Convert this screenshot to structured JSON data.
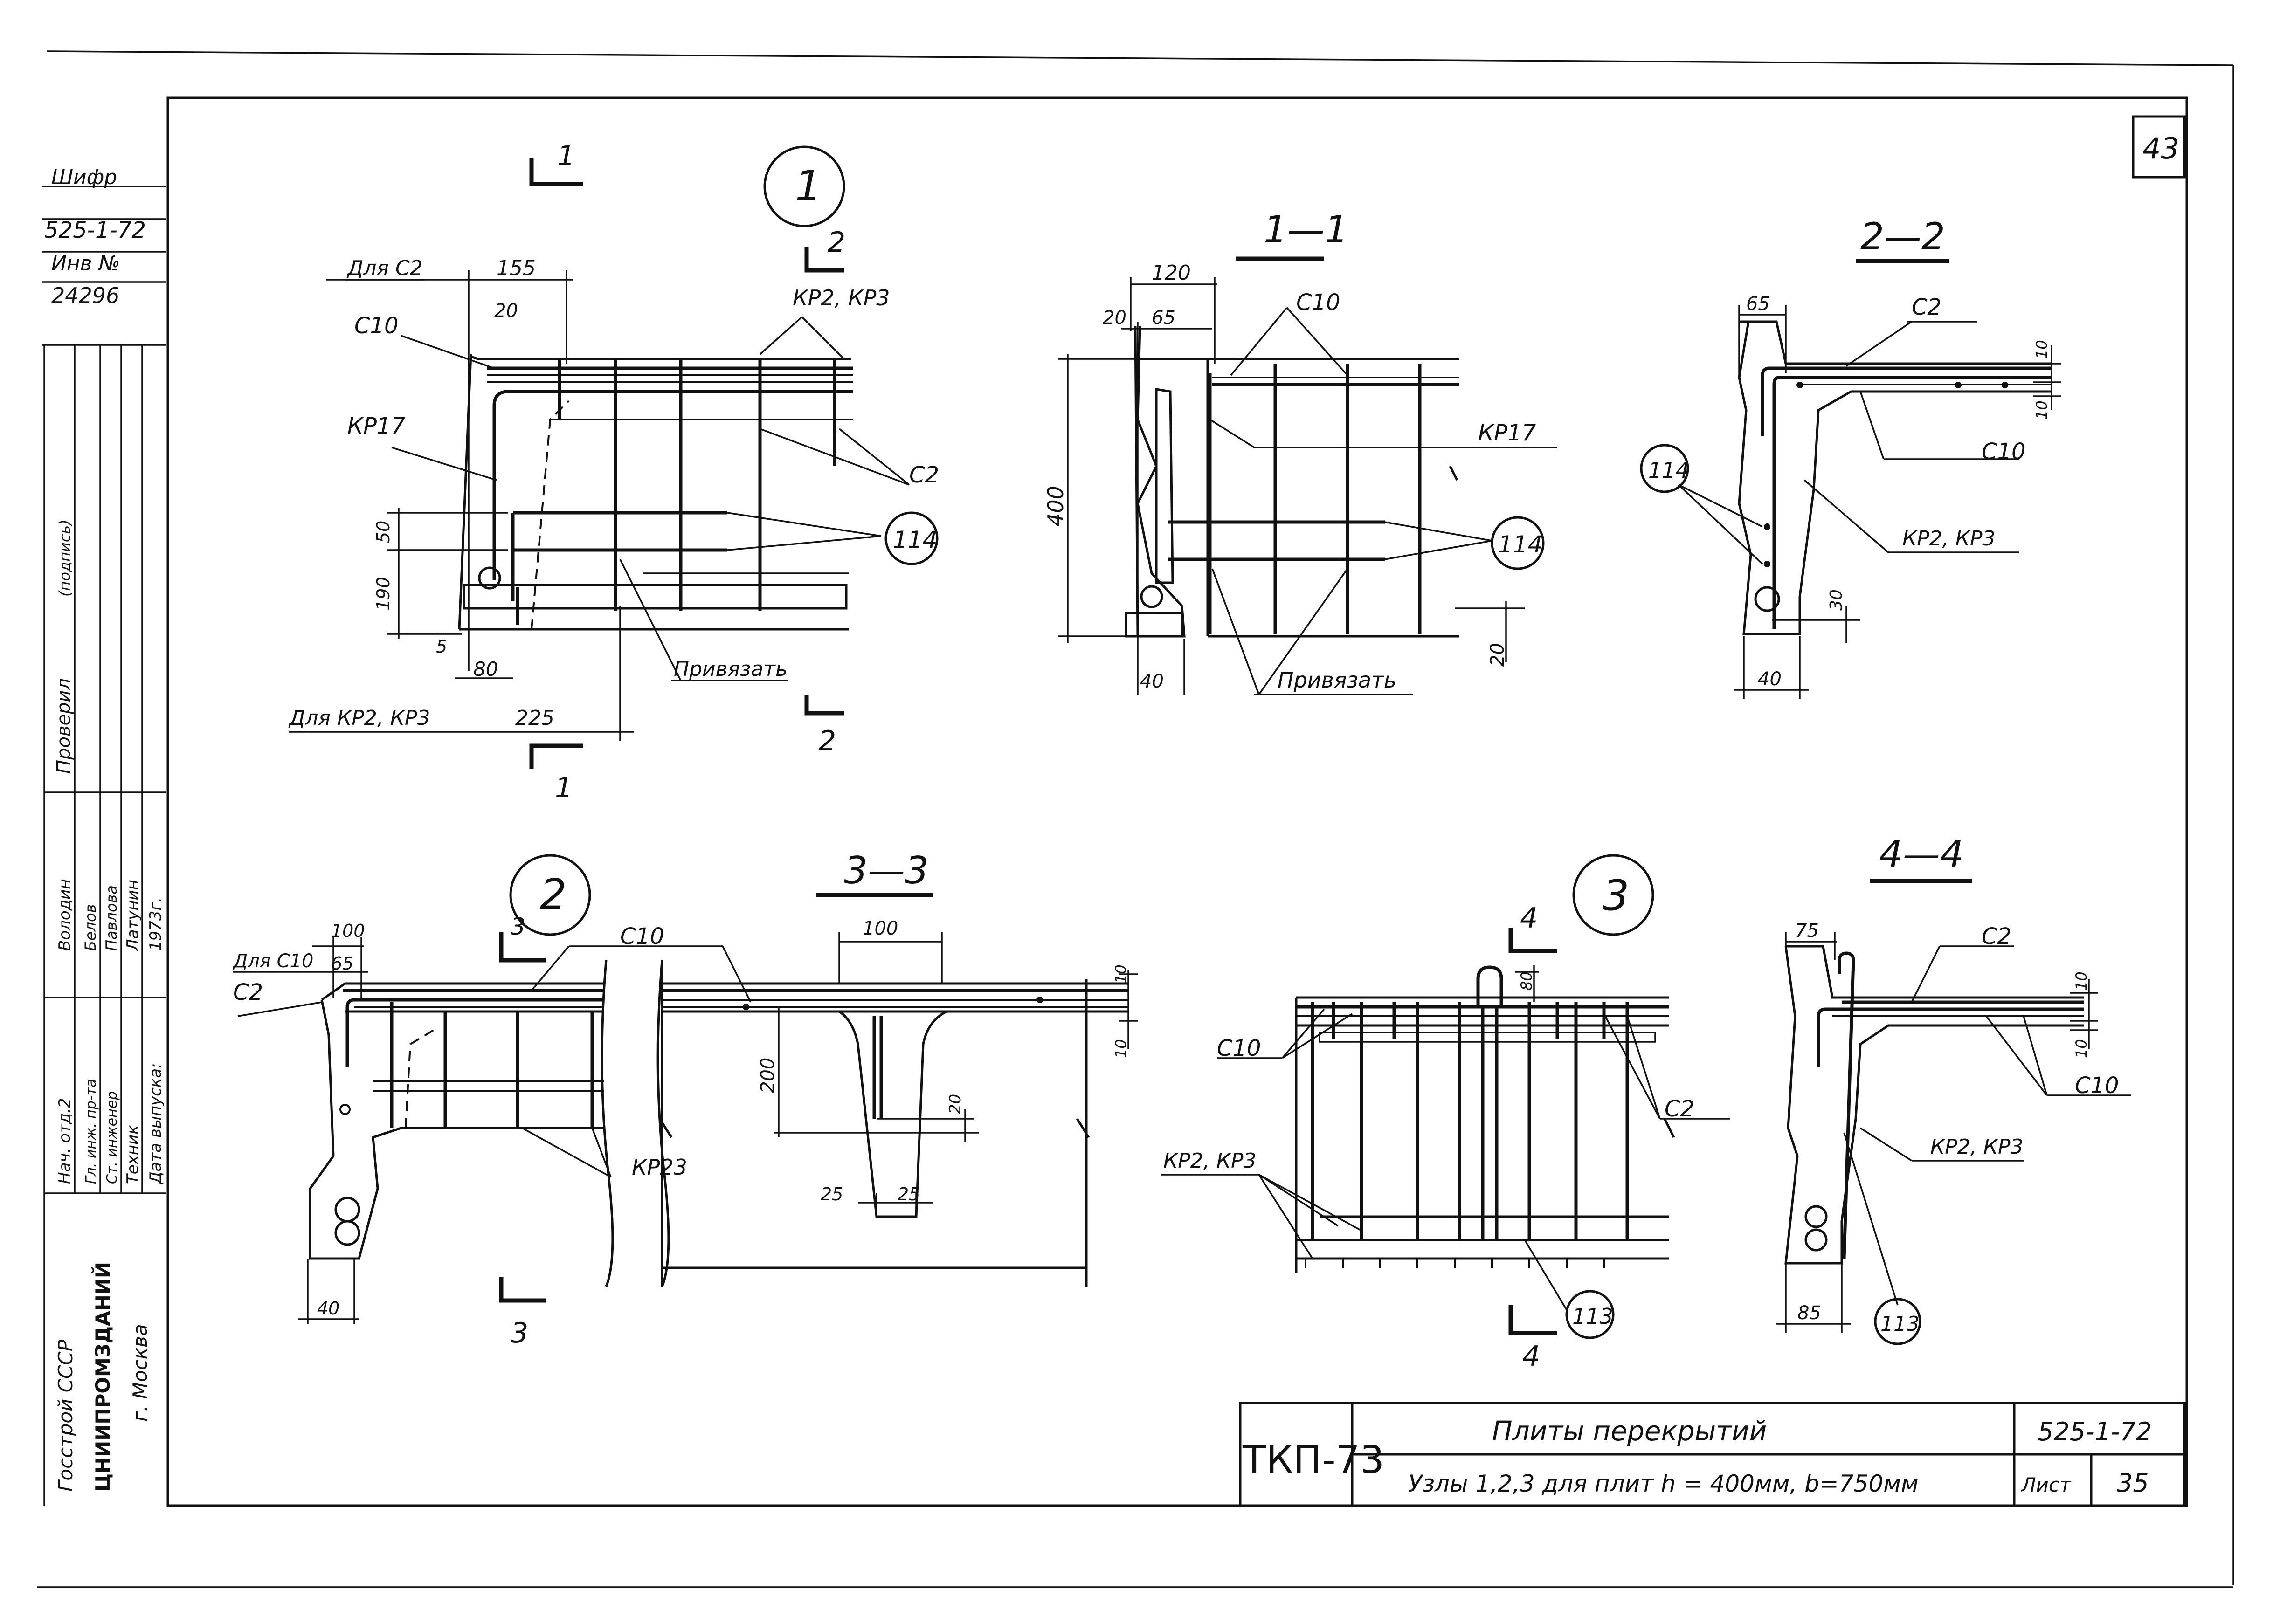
{
  "sheet": {
    "page_no": "43",
    "side_labels": {
      "shifr": "Шифр",
      "shifr_value": "525-1-72",
      "inv_no": "Инв №",
      "inv_value": "24296",
      "checked": "Проверил",
      "col_roles": [
        "Нач. отд.2",
        "Гл. инж. пр-та",
        "Ст. инженер",
        "Техник",
        "Дата выпуска:"
      ],
      "col_names": [
        "Володин",
        "Белов",
        "Павлова",
        "Латунин",
        "1973г."
      ],
      "org_1": "Госстрой СССР",
      "org_2": "ЦНИИПРОМЗДАНИЙ",
      "org_3": "г. Москва"
    },
    "title_block": {
      "series_code": "ТКП-73",
      "title": "Плиты перекрытий",
      "subtitle": "Узлы 1,2,3 для плит h = 400мм, b=750мм",
      "doc_code": "525-1-72",
      "sheet_label": "Лист",
      "sheet_no": "35"
    }
  },
  "views": {
    "node1": {
      "number": "1",
      "cut_1": "1",
      "cut_2": "2",
      "dlya_c2": "Для С2",
      "dim_155": "155",
      "dim_20": "20",
      "c10": "С10",
      "kp2kp3": "КР2, КР3",
      "kp17": "КР17",
      "c2": "С2",
      "dim_50": "50",
      "dim_190": "190",
      "dim_5": "5",
      "dim_80": "80",
      "balloon": "114",
      "privyazat": "Привязать",
      "dlya_kp": "Для КР2, КР3",
      "dim_225": "225"
    },
    "section11": {
      "title": "1—1",
      "dim_120": "120",
      "dim_20": "20",
      "dim_65": "65",
      "c10": "С10",
      "dim_400": "400",
      "kp17": "КР17",
      "balloon": "114",
      "dim_40": "40",
      "dim_20b": "20",
      "privyazat": "Привязать"
    },
    "section22": {
      "title": "2—2",
      "dim_65": "65",
      "c2": "С2",
      "dim_10a": "10",
      "dim_10b": "10",
      "c10": "С10",
      "balloon": "114",
      "kp2kp3": "КР2, КР3",
      "dim_30": "30",
      "dim_40": "40"
    },
    "node2": {
      "number": "2",
      "cut_3": "3",
      "dim_100": "100",
      "dlya_c10": "Для С10",
      "dim_65": "65",
      "c2": "С2",
      "c10": "С10",
      "kp23": "КР23",
      "dim_40": "40"
    },
    "section33": {
      "title": "3—3",
      "dim_100": "100",
      "dim_10a": "10",
      "dim_10b": "10",
      "dim_200": "200",
      "dim_20": "20",
      "dim_25a": "25",
      "dim_25b": "25"
    },
    "node3": {
      "number": "3",
      "cut_4": "4",
      "dim_80": "80",
      "c10": "С10",
      "c2": "С2",
      "kp2kp3": "КР2, КР3",
      "balloon": "113"
    },
    "section44": {
      "title": "4—4",
      "dim_75": "75",
      "c2": "С2",
      "dim_10a": "10",
      "dim_10b": "10",
      "c10": "С10",
      "kp2kp3": "КР2, КР3",
      "dim_85": "85",
      "balloon": "113"
    }
  }
}
